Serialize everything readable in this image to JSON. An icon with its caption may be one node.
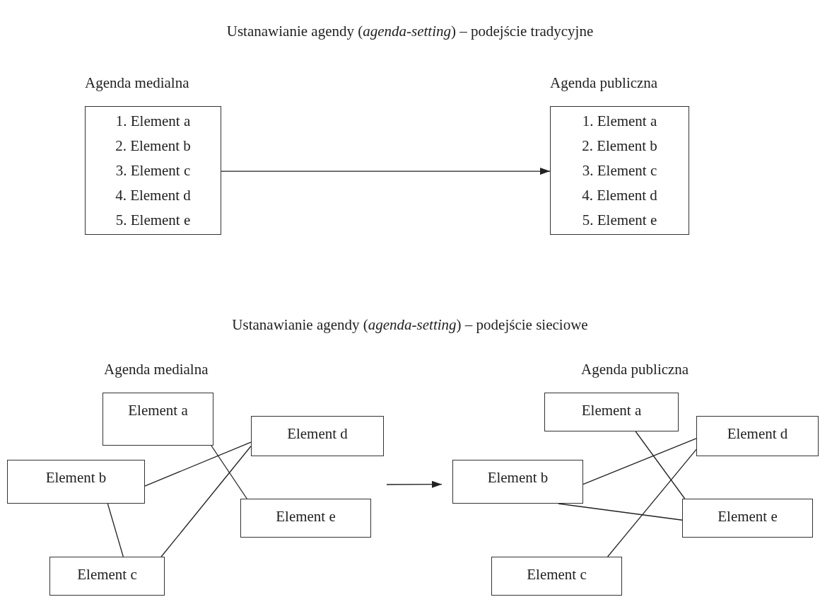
{
  "diagram": {
    "title": "Ustanawianie agendy (*agenda-setting*) – podejście tradycyjne",
    "nodes": [
      {
        "text": [
          "Agenda medialna",
          "1. Element a",
          "2. Element b",
          "3. Element c",
          "4. Element d",
          "5. Element e"
        ]
      },
      {
        "text": [
          "Agenda publiczna",
          "1. Element a",
          "2. Element b",
          "3. Element c",
          "4. Element d",
          "5. Element e"
        ]
      },
      {
        "text": [
          "Element a"
        ]
      },
      {
        "text": [
          "Element d"
        ]
      },
      {
        "text": [
          "Element b"
        ]
      },
      {
        "text": [
          "Element e"
        ]
      },
      {
        "text": [
          "Element c"
        ]
      },
      {
        "text": [
          "Element a"
        ]
      },
      {
        "text": [
          "Element d"
        ]
      },
      {
        "text": [
          "Element b"
        ]
      },
      {
        "text": [
          "Element e"
        ]
      },
      {
        "text": [
          "Element c"
        ]
      }
    ],
    "edges": [
      {
        "from": 0,
        "to": 1,
        "arrow": "to"
      },
      {
        "from": null,
        "to": 9,
        "arrow": "to"
      },
      {
        "from": 2,
        "to": 5,
        "arrow": "none"
      },
      {
        "from": 4,
        "to": 3,
        "arrow": "none"
      },
      {
        "from": 4,
        "to": 6,
        "arrow": "none"
      },
      {
        "from": 6,
        "to": 3,
        "arrow": "none"
      },
      {
        "from": 9,
        "to": 8,
        "arrow": "none"
      },
      {
        "from": 7,
        "to": 10,
        "arrow": "none"
      },
      {
        "from": 9,
        "to": 10,
        "arrow": "none"
      },
      {
        "from": 11,
        "to": 8,
        "arrow": "none"
      }
    ],
    "labels": [
      "Ustanawianie agendy (*agenda-setting*) – podejście sieciowe",
      "Agenda medialna",
      "Agenda publiczna"
    ]
  }
}
